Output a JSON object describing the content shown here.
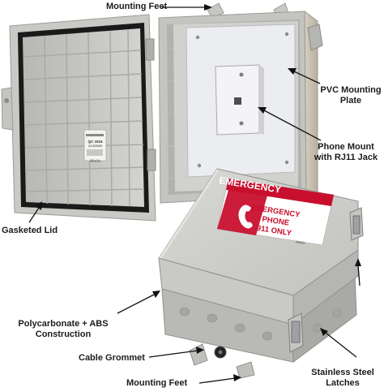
{
  "callouts": {
    "mounting_feet_top": "Mounting Feet",
    "pvc_plate": [
      "PVC Mounting",
      "Plate"
    ],
    "phone_mount": [
      "Phone Mount",
      "with RJ11 Jack"
    ],
    "gasketed_lid": "Gasketed Lid",
    "construction": [
      "Polycarbonate + ABS",
      "Construction"
    ],
    "cable_grommet": "Cable Grommet",
    "mounting_feet_bottom": "Mounting Feet",
    "latches": [
      "Stainless Steel",
      "Latches"
    ]
  },
  "emergency_sticker": {
    "header": "EMERGENCY",
    "line1": "EMERGENCY",
    "line2": "PHONE",
    "line3": "911 ONLY",
    "brand": "Altelix"
  },
  "lid_label": {
    "line1": "QC 1916",
    "line2": "A1326NB",
    "brand": "Altelix"
  },
  "colors": {
    "enclosure": "#cfd0cb",
    "plate": "#ededf1",
    "sticker_red": "#c8102e",
    "gasket": "#1a1a1a"
  }
}
